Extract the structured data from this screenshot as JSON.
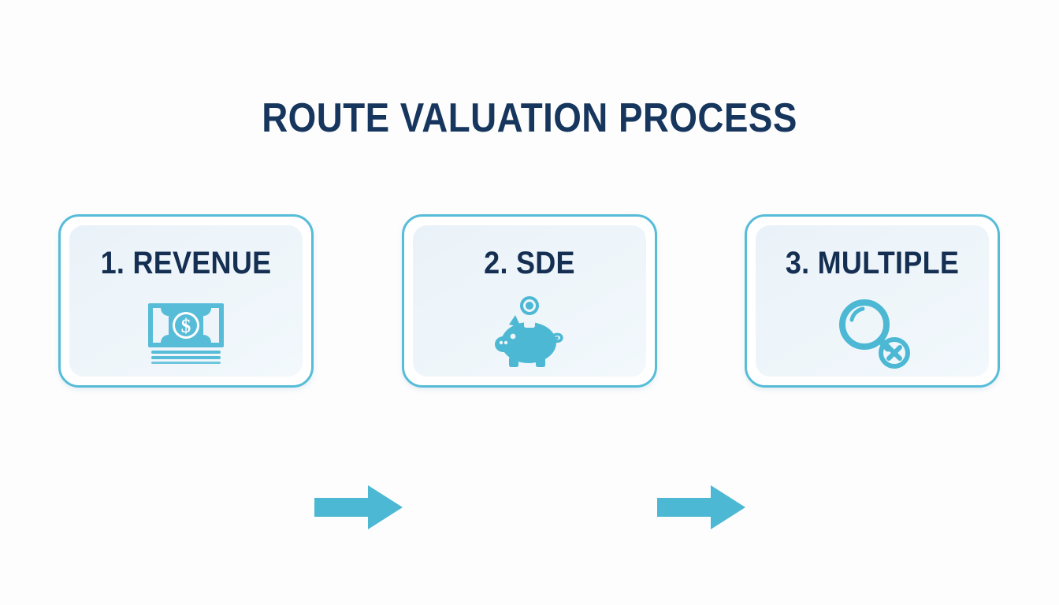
{
  "page": {
    "title": "ROUTE VALUATION PROCESS",
    "background_color": "#fdfdfe",
    "accent_color": "#56bcd8",
    "title_color": "#17365d",
    "box_fill_color": "#eef5fa",
    "label_color": "#152f53"
  },
  "diagram": {
    "type": "process-flow",
    "orientation": "horizontal",
    "steps": [
      {
        "label": "1. REVENUE",
        "number": "1",
        "name": "REVENUE",
        "icon": "banknote-icon"
      },
      {
        "label": "2. SDE",
        "number": "2",
        "name": "SDE",
        "icon": "piggy-bank-icon"
      },
      {
        "label": "3. MULTIPLE",
        "number": "3",
        "name": "MULTIPLE",
        "icon": "magnifier-multiply-icon"
      }
    ],
    "connectors": [
      {
        "icon": "arrow-right-icon",
        "from": "1. REVENUE",
        "to": "2. SDE"
      },
      {
        "icon": "arrow-right-icon",
        "from": "2. SDE",
        "to": "3. MULTIPLE"
      }
    ]
  }
}
